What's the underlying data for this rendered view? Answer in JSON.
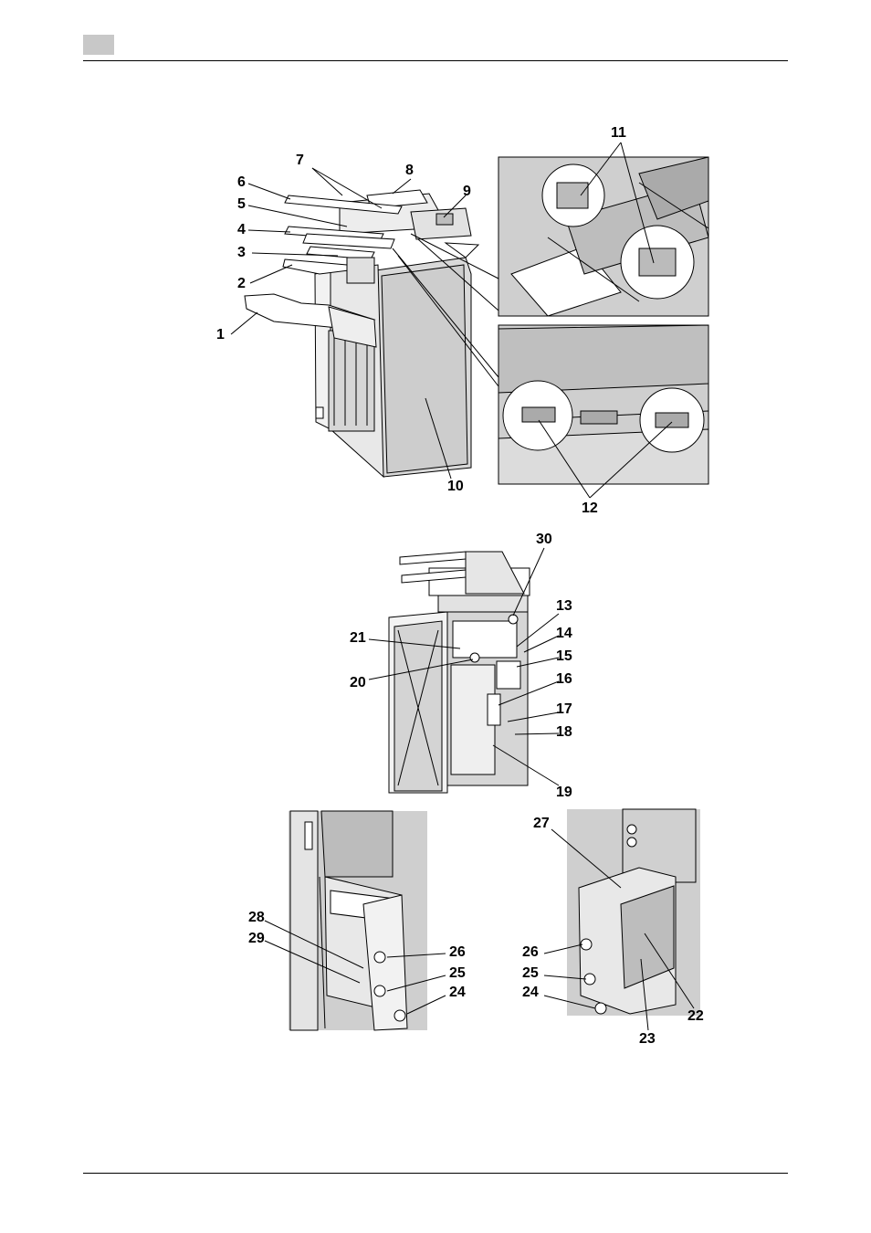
{
  "callouts": [
    "1",
    "2",
    "3",
    "4",
    "5",
    "6",
    "7",
    "8",
    "9",
    "10",
    "11",
    "12",
    "13",
    "14",
    "15",
    "16",
    "17",
    "18",
    "19",
    "20",
    "21",
    "22",
    "23",
    "24",
    "25",
    "26",
    "27",
    "28",
    "29",
    "30"
  ],
  "colors": {
    "panel": "#cfcfcf",
    "line": "#000000",
    "white": "#ffffff",
    "header_box": "#c8c8c8"
  }
}
